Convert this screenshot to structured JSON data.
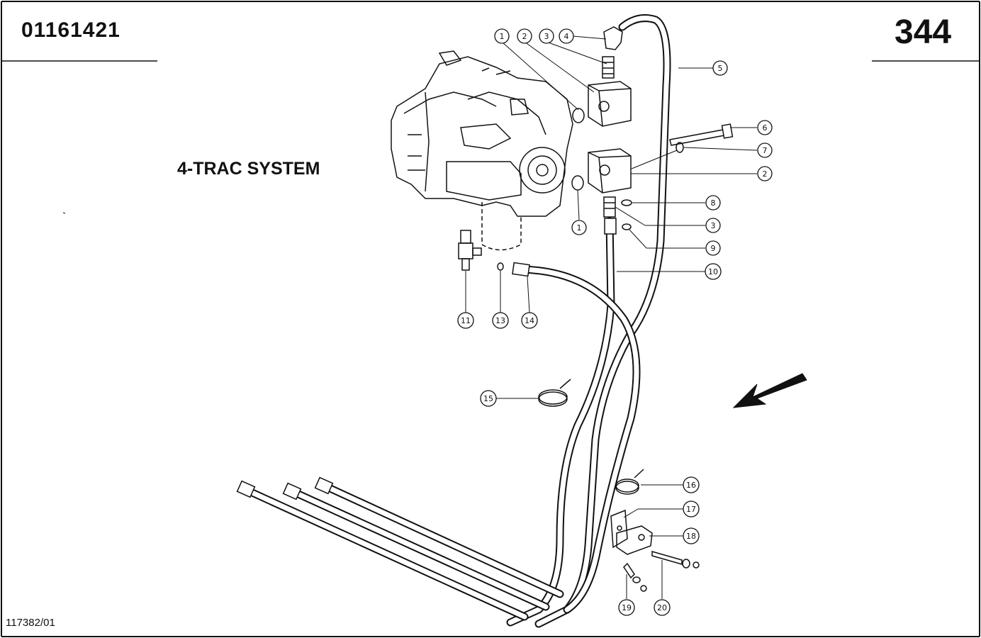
{
  "header": {
    "doc_number": "01161421",
    "page_number": "344"
  },
  "diagram": {
    "title": "4-TRAC SYSTEM",
    "drawing_ref": "117382/01",
    "callouts": [
      {
        "id": "c1a",
        "label": "1"
      },
      {
        "id": "c2a",
        "label": "2"
      },
      {
        "id": "c3a",
        "label": "3"
      },
      {
        "id": "c4",
        "label": "4"
      },
      {
        "id": "c5",
        "label": "5"
      },
      {
        "id": "c6",
        "label": "6"
      },
      {
        "id": "c7",
        "label": "7"
      },
      {
        "id": "c2b",
        "label": "2"
      },
      {
        "id": "c8",
        "label": "8"
      },
      {
        "id": "c3b",
        "label": "3"
      },
      {
        "id": "c1b",
        "label": "1"
      },
      {
        "id": "c9",
        "label": "9"
      },
      {
        "id": "c10",
        "label": "10"
      },
      {
        "id": "c11",
        "label": "11"
      },
      {
        "id": "c13",
        "label": "13"
      },
      {
        "id": "c14",
        "label": "14"
      },
      {
        "id": "c15",
        "label": "15"
      },
      {
        "id": "c16",
        "label": "16"
      },
      {
        "id": "c17",
        "label": "17"
      },
      {
        "id": "c18",
        "label": "18"
      },
      {
        "id": "c19",
        "label": "19"
      },
      {
        "id": "c20",
        "label": "20"
      }
    ]
  }
}
